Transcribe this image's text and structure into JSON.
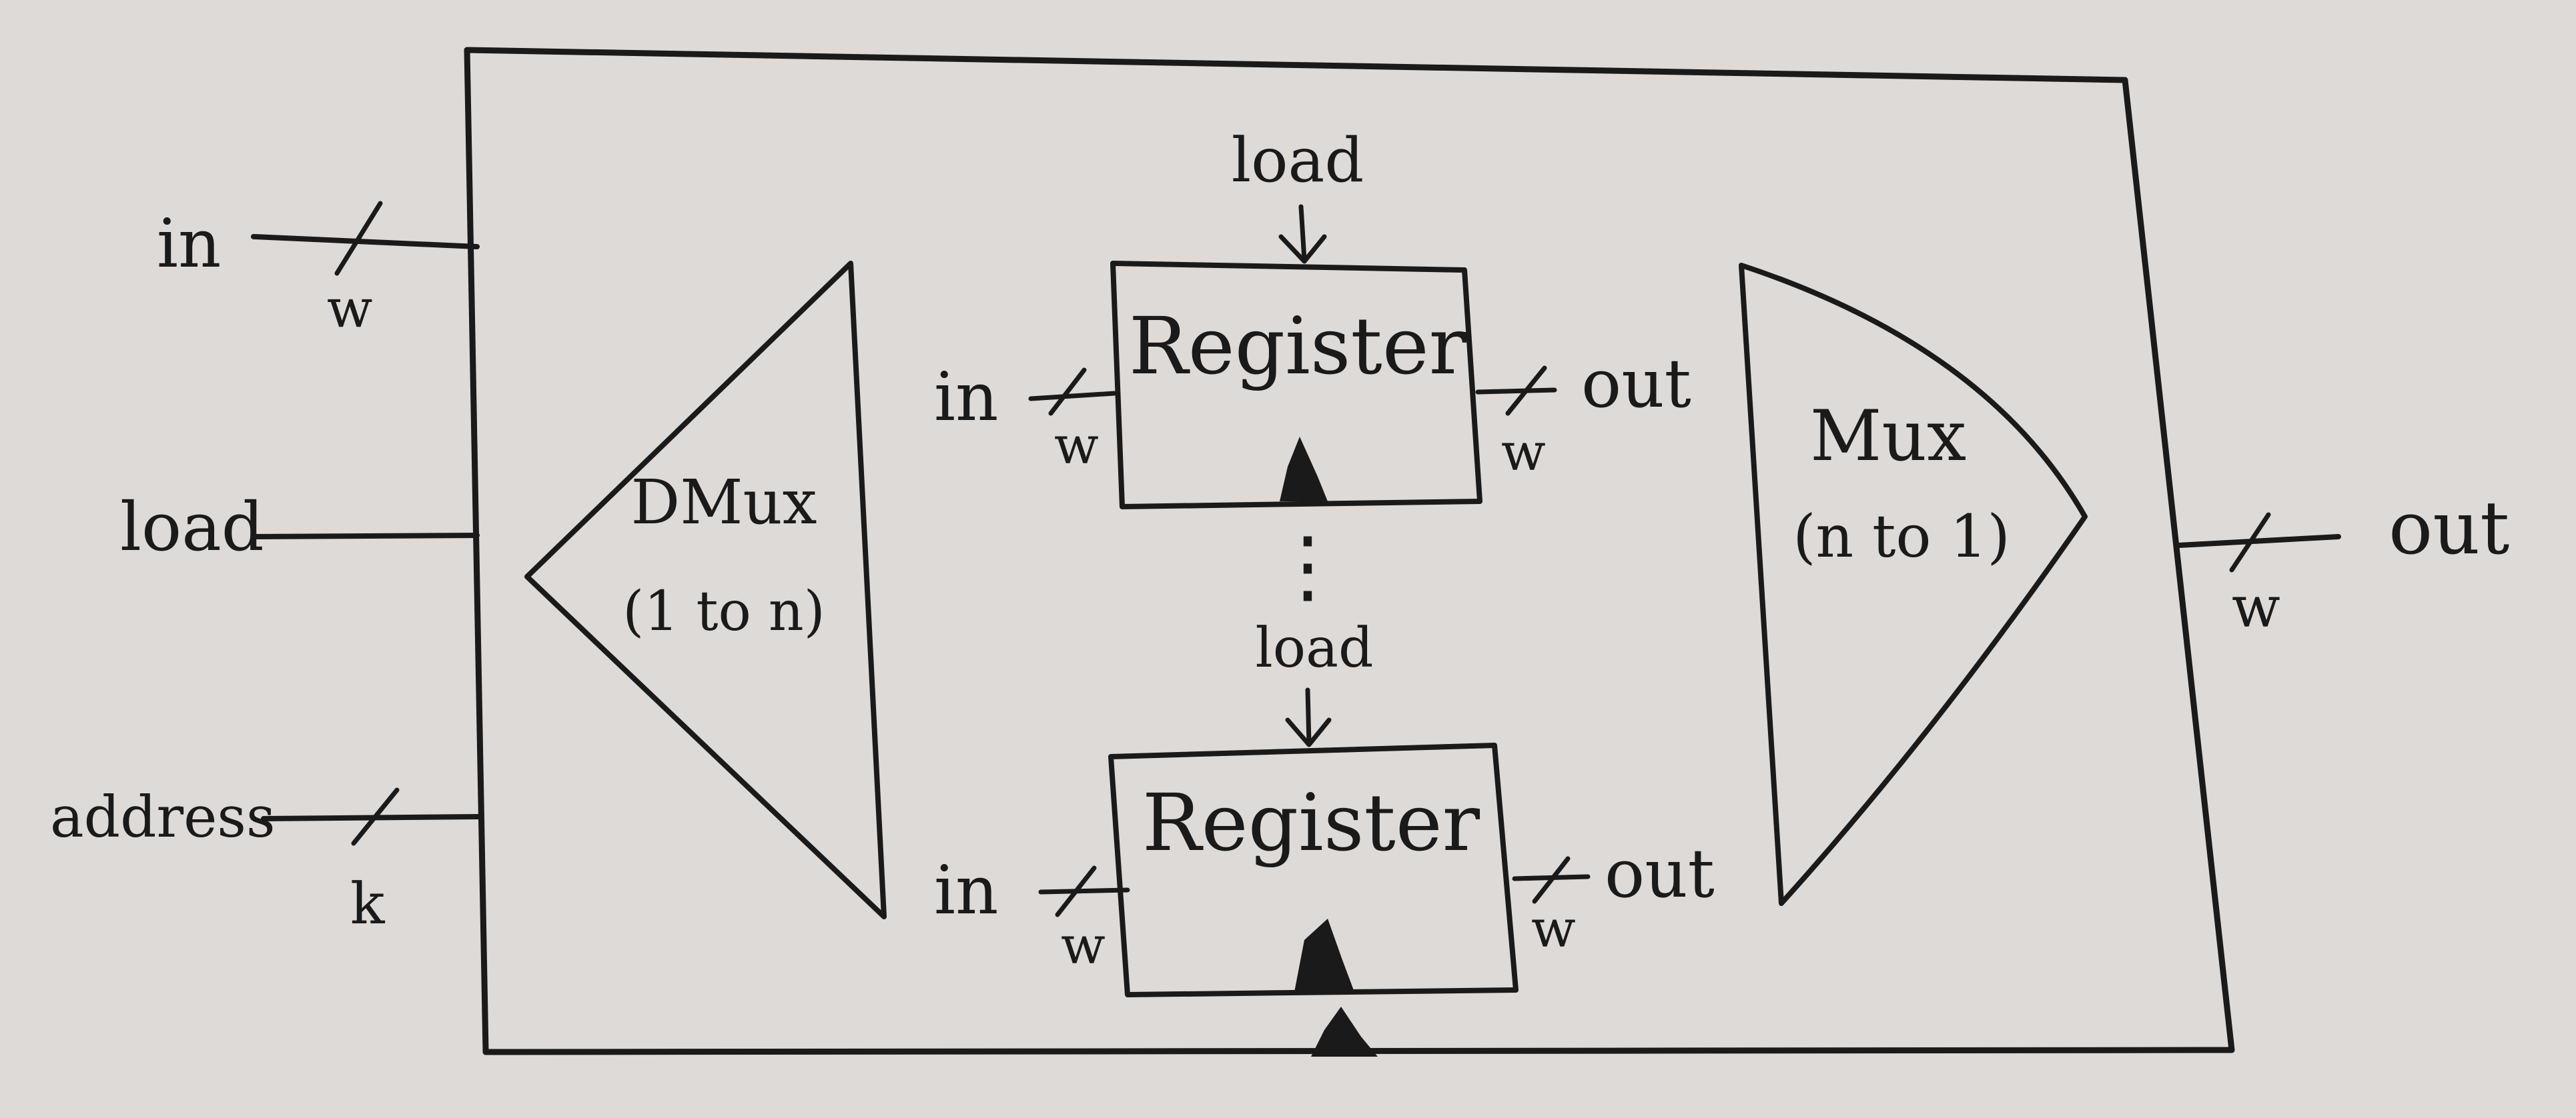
{
  "diagram": {
    "external_inputs": [
      {
        "label": "in",
        "bus_width": "w"
      },
      {
        "label": "load",
        "bus_width": ""
      },
      {
        "label": "address",
        "bus_width": "k"
      }
    ],
    "external_output": {
      "label": "out",
      "bus_width": "w"
    },
    "dmux": {
      "name": "DMux",
      "subtitle": "(1 to n)"
    },
    "mux": {
      "name": "Mux",
      "subtitle": "(n to 1)"
    },
    "registers": [
      {
        "name": "Register",
        "load_label": "load",
        "in_label": "in",
        "in_width": "w",
        "out_label": "out",
        "out_width": "w"
      },
      {
        "name": "Register",
        "load_label": "load",
        "in_label": "in",
        "in_width": "w",
        "out_label": "out",
        "out_width": "w"
      }
    ],
    "ellipsis": "⋮",
    "colors": {
      "ink": "#1a1a1a",
      "paper": "#dedad7"
    }
  }
}
